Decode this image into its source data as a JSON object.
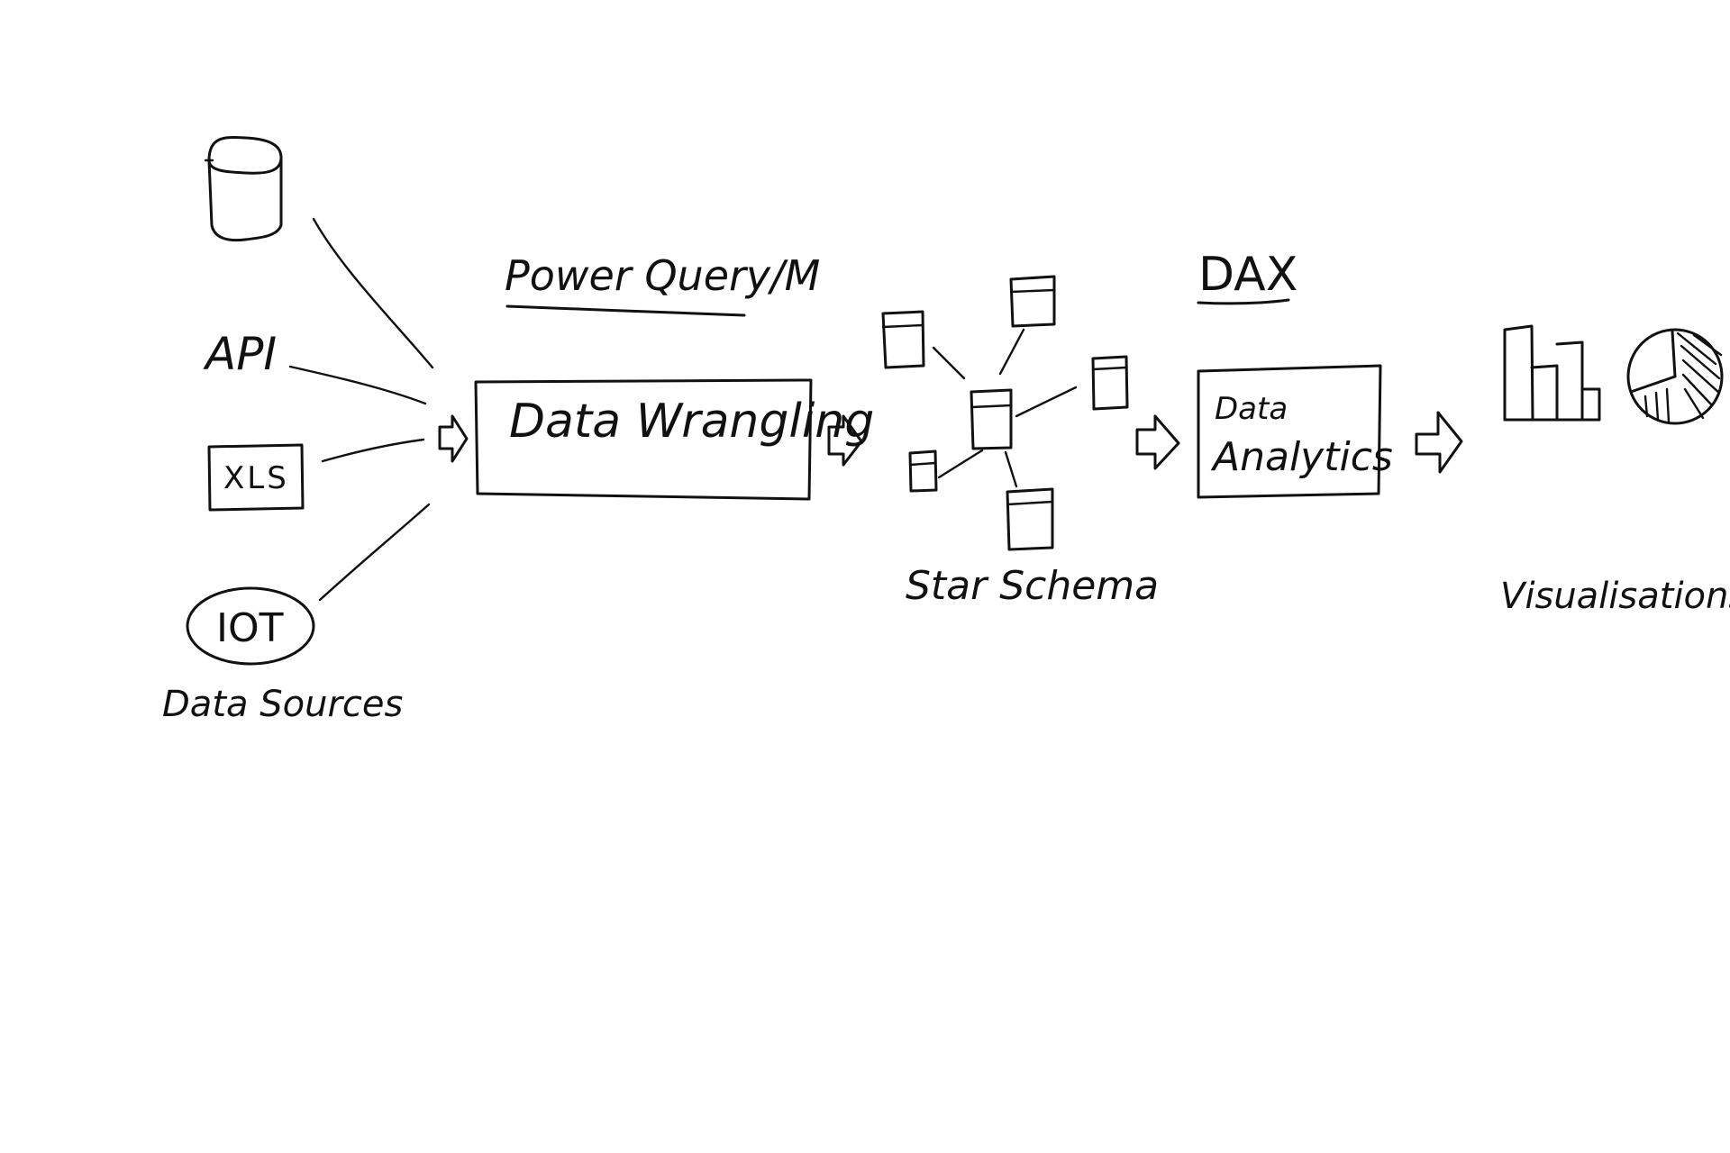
{
  "labels": {
    "api": "API",
    "xls": "XLS",
    "iot": "IOT",
    "data_sources": "Data Sources",
    "power_query": "Power Query/M",
    "data_wrangling": "Data Wrangling",
    "star_schema": "Star Schema",
    "dax": "DAX",
    "data_analytics_line1": "Data",
    "data_analytics_line2": "Analytics",
    "visualisations": "Visualisations"
  },
  "colors": {
    "ink": "#111111",
    "background": "#ffffff"
  },
  "icons": [
    "database-cylinder-icon",
    "bar-chart-icon",
    "pie-chart-icon",
    "table-icon",
    "arrow-right-icon"
  ]
}
